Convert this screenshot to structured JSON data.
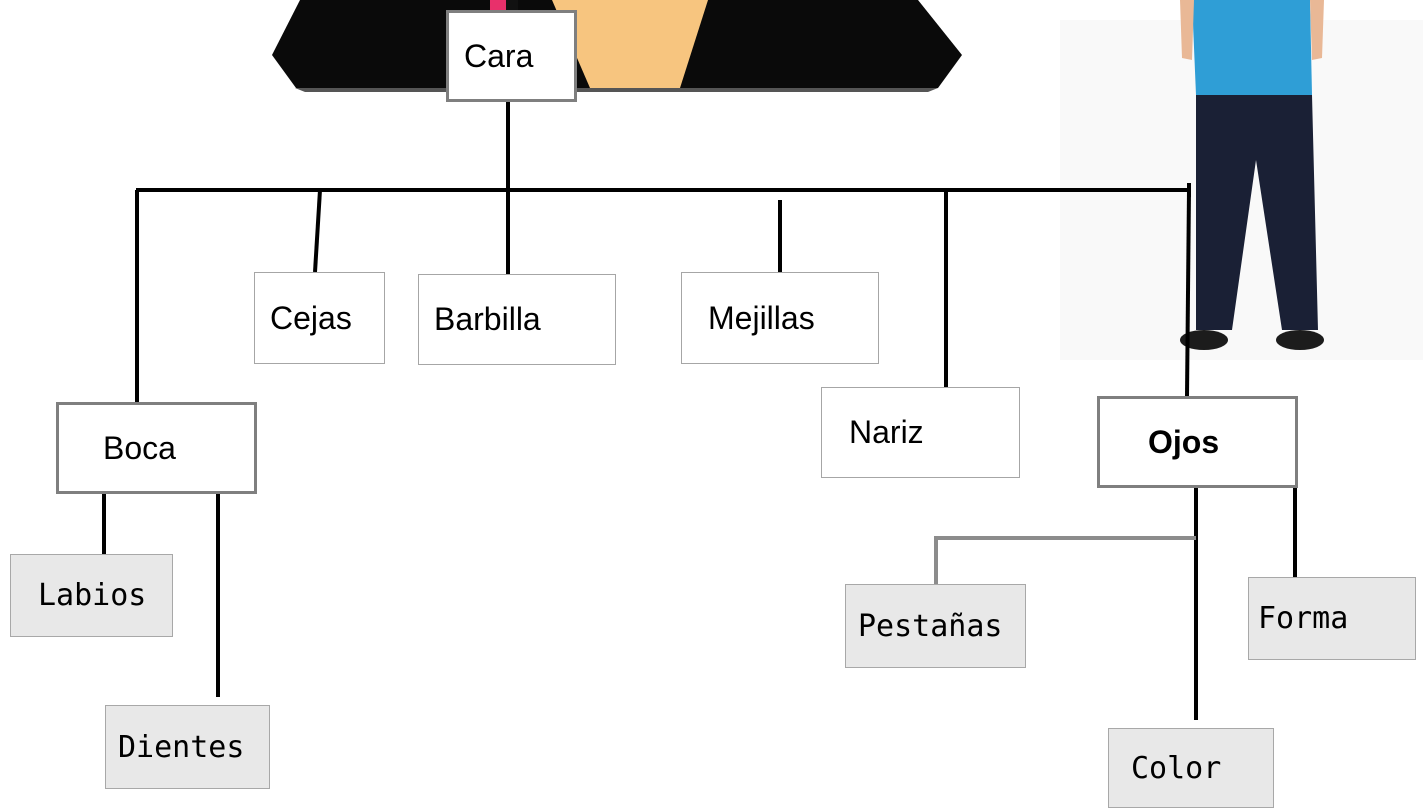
{
  "nodes": {
    "cara": "Cara",
    "cejas": "Cejas",
    "barbilla": "Barbilla",
    "mejillas": "Mejillas",
    "nariz": "Nariz",
    "boca": "Boca",
    "ojos": "Ojos",
    "labios": "Labios",
    "dientes": "Dientes",
    "pestanas": "Pestañas",
    "forma": "Forma",
    "color": "Color"
  },
  "colors": {
    "connector": "#000000",
    "connector_gray": "#8c8c8c",
    "leaf_fill": "#e8e8e8",
    "mask_black": "#000000",
    "mask_tan": "#f7c57f",
    "shirt_blue": "#2f9ed6",
    "pants_navy": "#1a2035"
  }
}
